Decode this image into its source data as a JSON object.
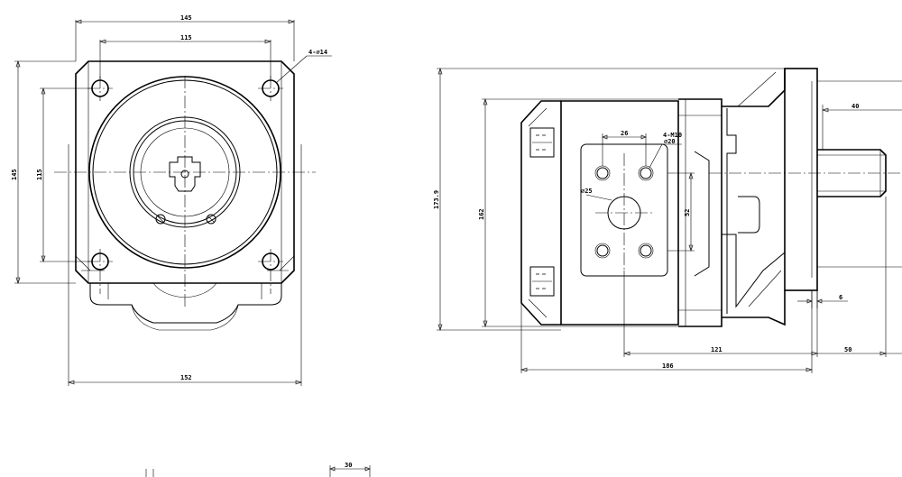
{
  "front_view": {
    "overall_width": "145",
    "bolt_spacing_h": "115",
    "overall_height": "145",
    "bolt_spacing_v": "115",
    "bottom_width": "152",
    "mount_holes": "4-⌀14"
  },
  "side_view": {
    "height_outer": "173.9",
    "height_body": "162",
    "port_hole_spacing": "26",
    "port_thread": "4-M10",
    "port_thread_depth": "⌀20",
    "port_diameter": "⌀25",
    "port_height": "52",
    "shaft_length": "40",
    "flange_thk": "6",
    "len_121": "121",
    "len_50": "50",
    "overall_length": "186"
  },
  "bottom_view": {
    "dim_30": "30"
  }
}
